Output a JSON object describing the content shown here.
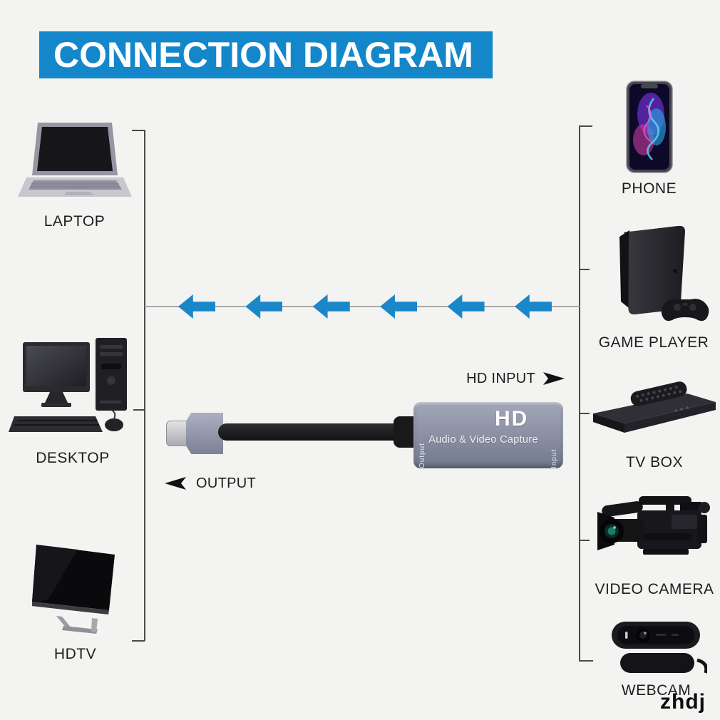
{
  "title": "CONNECTION DIAGRAM",
  "watermark": "zhdj",
  "left_devices": [
    {
      "id": "laptop",
      "label": "LAPTOP"
    },
    {
      "id": "desktop",
      "label": "DESKTOP"
    },
    {
      "id": "hdtv",
      "label": "HDTV"
    }
  ],
  "right_devices": [
    {
      "id": "phone",
      "label": "PHONE"
    },
    {
      "id": "game-player",
      "label": "GAME PLAYER"
    },
    {
      "id": "tv-box",
      "label": "TV BOX"
    },
    {
      "id": "video-camera",
      "label": "VIDEO CAMERA"
    },
    {
      "id": "webcam",
      "label": "WEBCAM"
    }
  ],
  "capture_device": {
    "logo": "HD",
    "name": "Audio & Video Capture",
    "left_port": "Output",
    "right_port": "Input"
  },
  "flow_labels": {
    "hd_input": "HD INPUT",
    "output": "OUTPUT"
  },
  "arrows": {
    "count": 6,
    "direction": "left"
  },
  "colors": {
    "banner": "#1487cb",
    "banner_text": "#ffffff",
    "arrow": "#1a87c9",
    "flow_line": "#a9a9a9",
    "bracket": "#4a4a4a",
    "background": "#f3f3f1",
    "adapter_body": "#8a8fa2"
  }
}
